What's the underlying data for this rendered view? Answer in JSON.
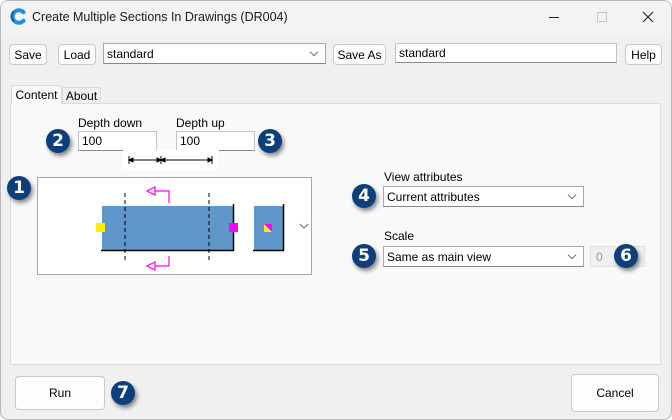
{
  "window": {
    "title": "Create Multiple Sections In Drawings (DR004)",
    "controls": {
      "minimize": "minimize-icon",
      "maximize": "maximize-icon",
      "close": "close-icon"
    }
  },
  "toolbar": {
    "save_label": "Save",
    "load_label": "Load",
    "preset_select_value": "standard",
    "save_as_label": "Save As",
    "save_as_name_value": "standard",
    "help_label": "Help"
  },
  "tabs": [
    {
      "label": "Content",
      "active": true
    },
    {
      "label": "About",
      "active": false
    }
  ],
  "content": {
    "depth_down": {
      "label": "Depth down",
      "value": "100"
    },
    "depth_up": {
      "label": "Depth up",
      "value": "100"
    },
    "section_diagram": {
      "description": "section-layout-preview",
      "colors": {
        "part": "#6097cb",
        "arrow": "#ff00ff",
        "yellow_marker": "#ffee00",
        "magenta_marker": "#ff00ff"
      }
    },
    "view_attributes": {
      "label": "View attributes",
      "value": "Current attributes"
    },
    "scale": {
      "label": "Scale",
      "value": "Same as main view",
      "custom_value": "0"
    }
  },
  "badges": [
    "1",
    "2",
    "3",
    "4",
    "5",
    "6",
    "7"
  ],
  "footer": {
    "run_label": "Run",
    "cancel_label": "Cancel"
  },
  "colors": {
    "badge": "#0d3f7a",
    "window_bg": "#f0f0f0",
    "panel_bg": "#f9f9f9"
  }
}
